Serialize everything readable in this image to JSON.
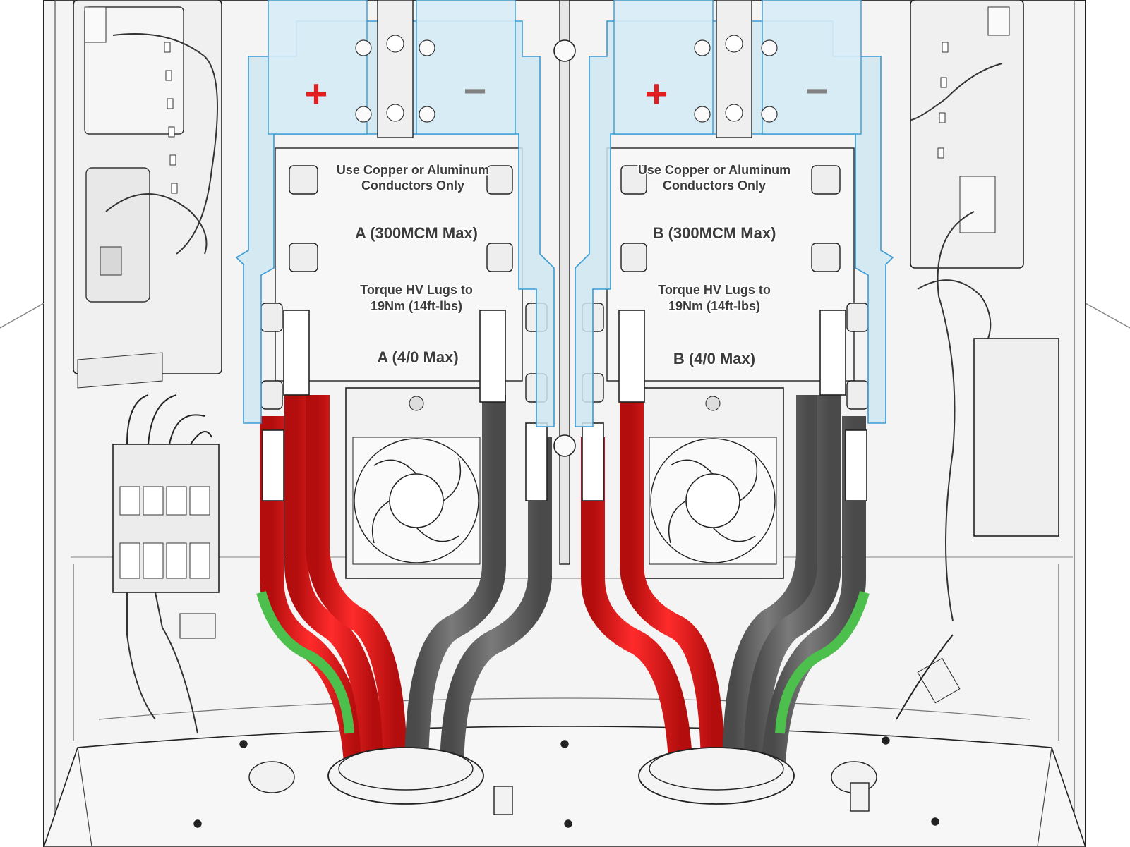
{
  "left_bay": {
    "conductor_note_line1": "Use Copper or Aluminum",
    "conductor_note_line2": "Conductors Only",
    "mcm_label": "A (300MCM Max)",
    "torque_line1": "Torque HV Lugs to",
    "torque_line2": "19Nm (14ft-lbs)",
    "awg_label": "A (4/0 Max)",
    "positive_symbol": "+",
    "negative_symbol": "−"
  },
  "right_bay": {
    "conductor_note_line1": "Use Copper or Aluminum",
    "conductor_note_line2": "Conductors Only",
    "mcm_label": "B (300MCM Max)",
    "torque_line1": "Torque HV Lugs to",
    "torque_line2": "19Nm (14ft-lbs)",
    "awg_label": "B (4/0 Max)",
    "positive_symbol": "+",
    "negative_symbol": "−"
  },
  "colors": {
    "positive_cable": "#e8201e",
    "negative_cable": "#6b6b6b",
    "ground_cable": "#4cbf4c",
    "busbar_highlight": "#cfe6f2",
    "busbar_outline": "#3a9bd5",
    "plus_sign": "#e02020",
    "minus_sign": "#808080",
    "enclosure": "#f2f2f2",
    "line_art": "#222222"
  },
  "icons": {
    "fan": "cooling-fan-icon",
    "lug": "hv-lug-icon",
    "bolt": "bolt-icon",
    "conduit": "conduit-fitting-icon"
  }
}
